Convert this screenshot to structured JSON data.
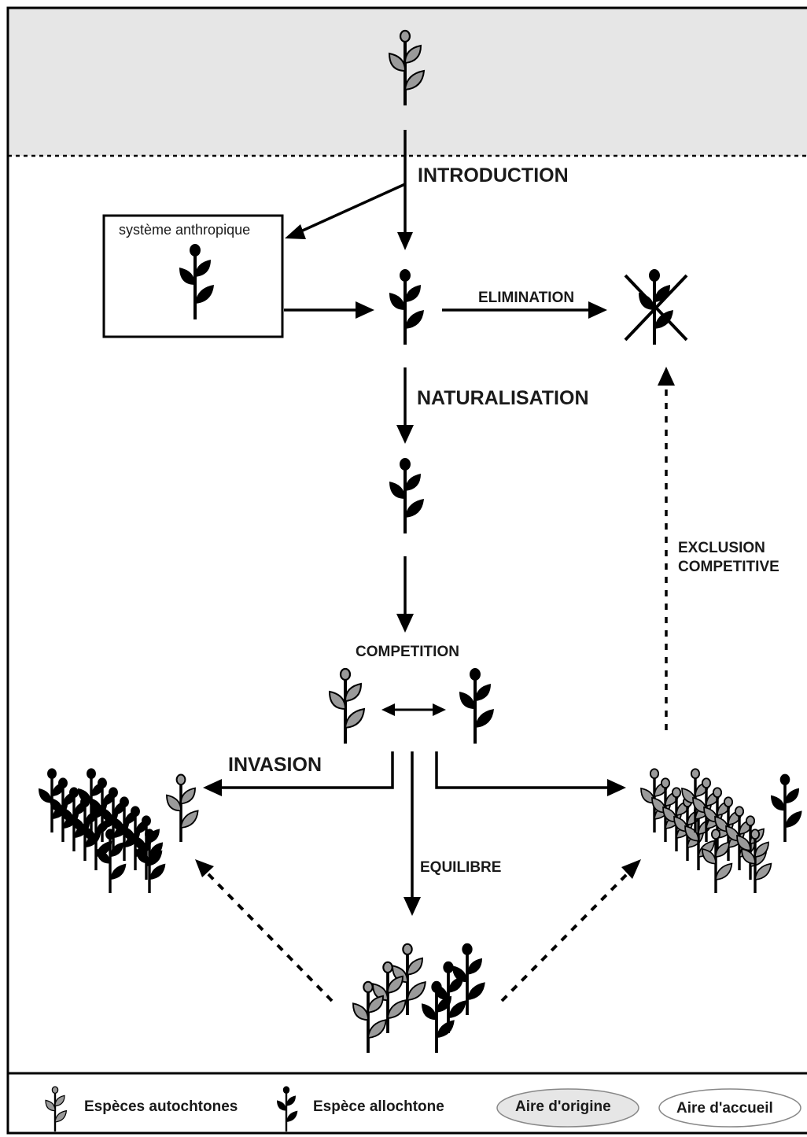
{
  "labels": {
    "introduction": "INTRODUCTION",
    "anthropic_system": "système anthropique",
    "elimination": "ELIMINATION",
    "naturalisation": "NATURALISATION",
    "competition": "COMPETITION",
    "exclusion_line1": "EXCLUSION",
    "exclusion_line2": "COMPETITIVE",
    "invasion": "INVASION",
    "equilibre": "EQUILIBRE"
  },
  "legend": {
    "native": "Espèces autochtones",
    "alien": "Espèce allochtone",
    "origin_area": "Aire d'origine",
    "host_area": "Aire d'accueil"
  },
  "colors": {
    "native_plant": "#9a9a9a",
    "alien_plant": "#000000",
    "origin_area_fill": "#e6e6e6",
    "host_area_fill": "#ffffff"
  }
}
